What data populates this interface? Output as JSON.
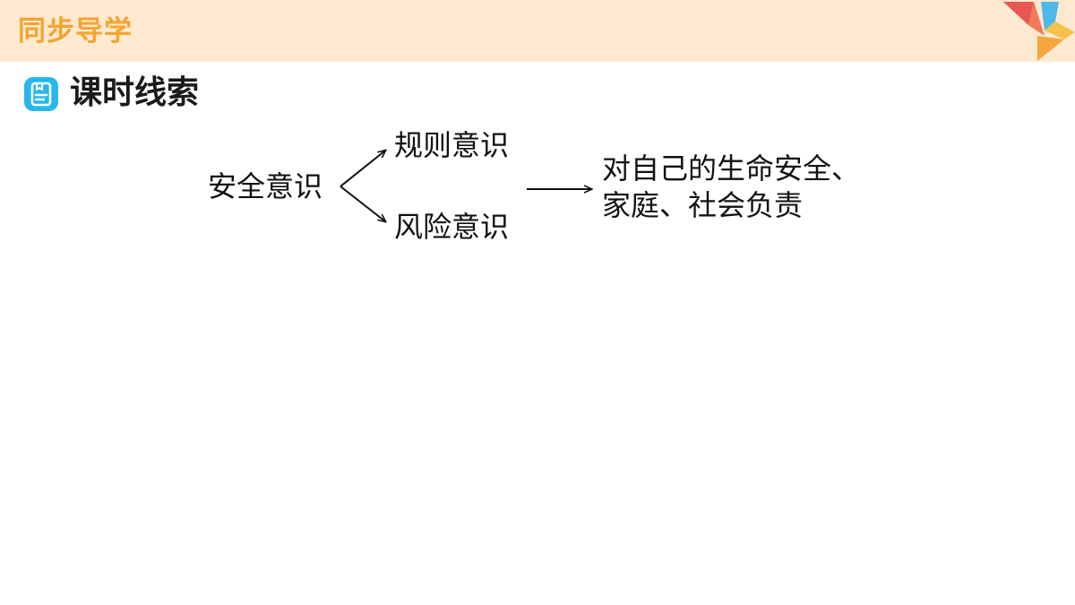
{
  "header": {
    "title": "同步导学",
    "accent_color": "#f5a431",
    "bar_color": "#fde9cf",
    "logo_icon": "origami-bird-icon"
  },
  "section": {
    "icon": "clipboard-icon",
    "icon_color": "#27b7ec",
    "title": "课时线索"
  },
  "diagram": {
    "root": "安全意识",
    "branches": [
      "规则意识",
      "风险意识"
    ],
    "result_line1": "对自己的生命安全、",
    "result_line2": "家庭、社会负责"
  }
}
